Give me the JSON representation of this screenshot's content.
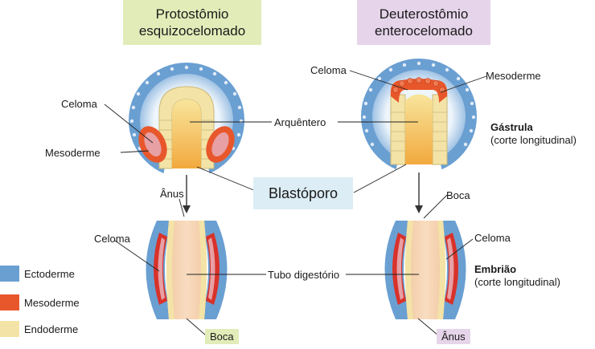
{
  "headers": {
    "protostome_line1": "Protostômio",
    "protostome_line2": "esquizocelomado",
    "deuterostome_line1": "Deuterostômio",
    "deuterostome_line2": "enterocelomado"
  },
  "labels": {
    "celoma": "Celoma",
    "mesoderme": "Mesoderme",
    "arquentero": "Arquêntero",
    "blastoporo": "Blastóporo",
    "anus": "Ânus",
    "boca": "Boca",
    "tubo_digestorio": "Tubo digestório",
    "gastrula_title": "Gástrula",
    "gastrula_sub": "(corte longitudinal)",
    "embriao_title": "Embrião",
    "embriao_sub": "(corte longitudinal)"
  },
  "legend": [
    {
      "label": "Ectoderme",
      "color": "#6a9fd2"
    },
    {
      "label": "Mesoderme",
      "color": "#e8572b"
    },
    {
      "label": "Endoderme",
      "color": "#f4e3a6"
    }
  ],
  "colors": {
    "ectoderm": "#6a9fd2",
    "ectoderm_light": "#c6dcef",
    "mesoderm": "#e8572b",
    "mesoderm_inner": "#e7a0a4",
    "endoderm": "#f4e3a6",
    "archenteron": "#f5bb4f",
    "gut_inside": "#f6d3b5",
    "box_green": "#e1ecb9",
    "box_purple": "#e6d5ea",
    "box_blue": "#dcedf5"
  }
}
